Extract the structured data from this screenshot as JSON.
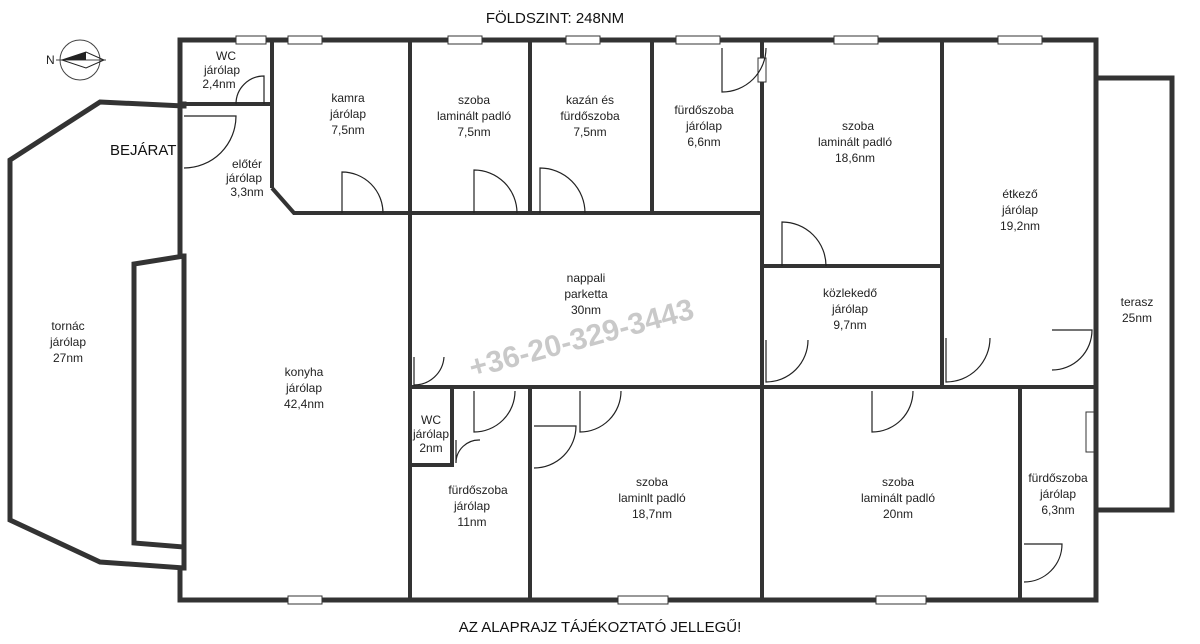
{
  "header": {
    "title": "FÖLDSZINT: 248NM"
  },
  "footer": {
    "note": "AZ ALAPRAJZ TÁJÉKOZTATÓ JELLEGŰ!"
  },
  "entrance": {
    "label": "BEJÁRAT"
  },
  "compass": {
    "label": "N"
  },
  "watermark": {
    "phone": "+36-20-329-3443"
  },
  "rooms": {
    "wc1": {
      "name": "WC",
      "floor": "járólap",
      "area": "2,4nm"
    },
    "eloter": {
      "name": "előtér",
      "floor": "járólap",
      "area": "3,3nm"
    },
    "kamra": {
      "name": "kamra",
      "floor": "járólap",
      "area": "7,5nm"
    },
    "szoba1": {
      "name": "szoba",
      "floor": "laminált padló",
      "area": "7,5nm"
    },
    "kazan": {
      "name": "kazán és",
      "floor": "fürdőszoba",
      "area": "7,5nm"
    },
    "furdo1": {
      "name": "fürdőszoba",
      "floor": "járólap",
      "area": "6,6nm"
    },
    "szoba2": {
      "name": "szoba",
      "floor": "laminált padló",
      "area": "18,6nm"
    },
    "etkezo": {
      "name": "étkező",
      "floor": "járólap",
      "area": "19,2nm"
    },
    "terasz": {
      "name": "terasz",
      "area": "25nm"
    },
    "tornac": {
      "name": "tornác",
      "floor": "járólap",
      "area": "27nm"
    },
    "konyha": {
      "name": "konyha",
      "floor": "járólap",
      "area": "42,4nm"
    },
    "nappali": {
      "name": "nappali",
      "floor": "parketta",
      "area": "30nm"
    },
    "kozlekedo": {
      "name": "közlekedő",
      "floor": "járólap",
      "area": "9,7nm"
    },
    "wc2": {
      "name": "WC",
      "floor": "járólap",
      "area": "2nm"
    },
    "furdo2": {
      "name": "fürdőszoba",
      "floor": "járólap",
      "area": "11nm"
    },
    "szoba3": {
      "name": "szoba",
      "floor": "laminlt padló",
      "area": "18,7nm"
    },
    "szoba4": {
      "name": "szoba",
      "floor": "laminált padló",
      "area": "20nm"
    },
    "furdo3": {
      "name": "fürdőszoba",
      "floor": "járólap",
      "area": "6,3nm"
    }
  }
}
